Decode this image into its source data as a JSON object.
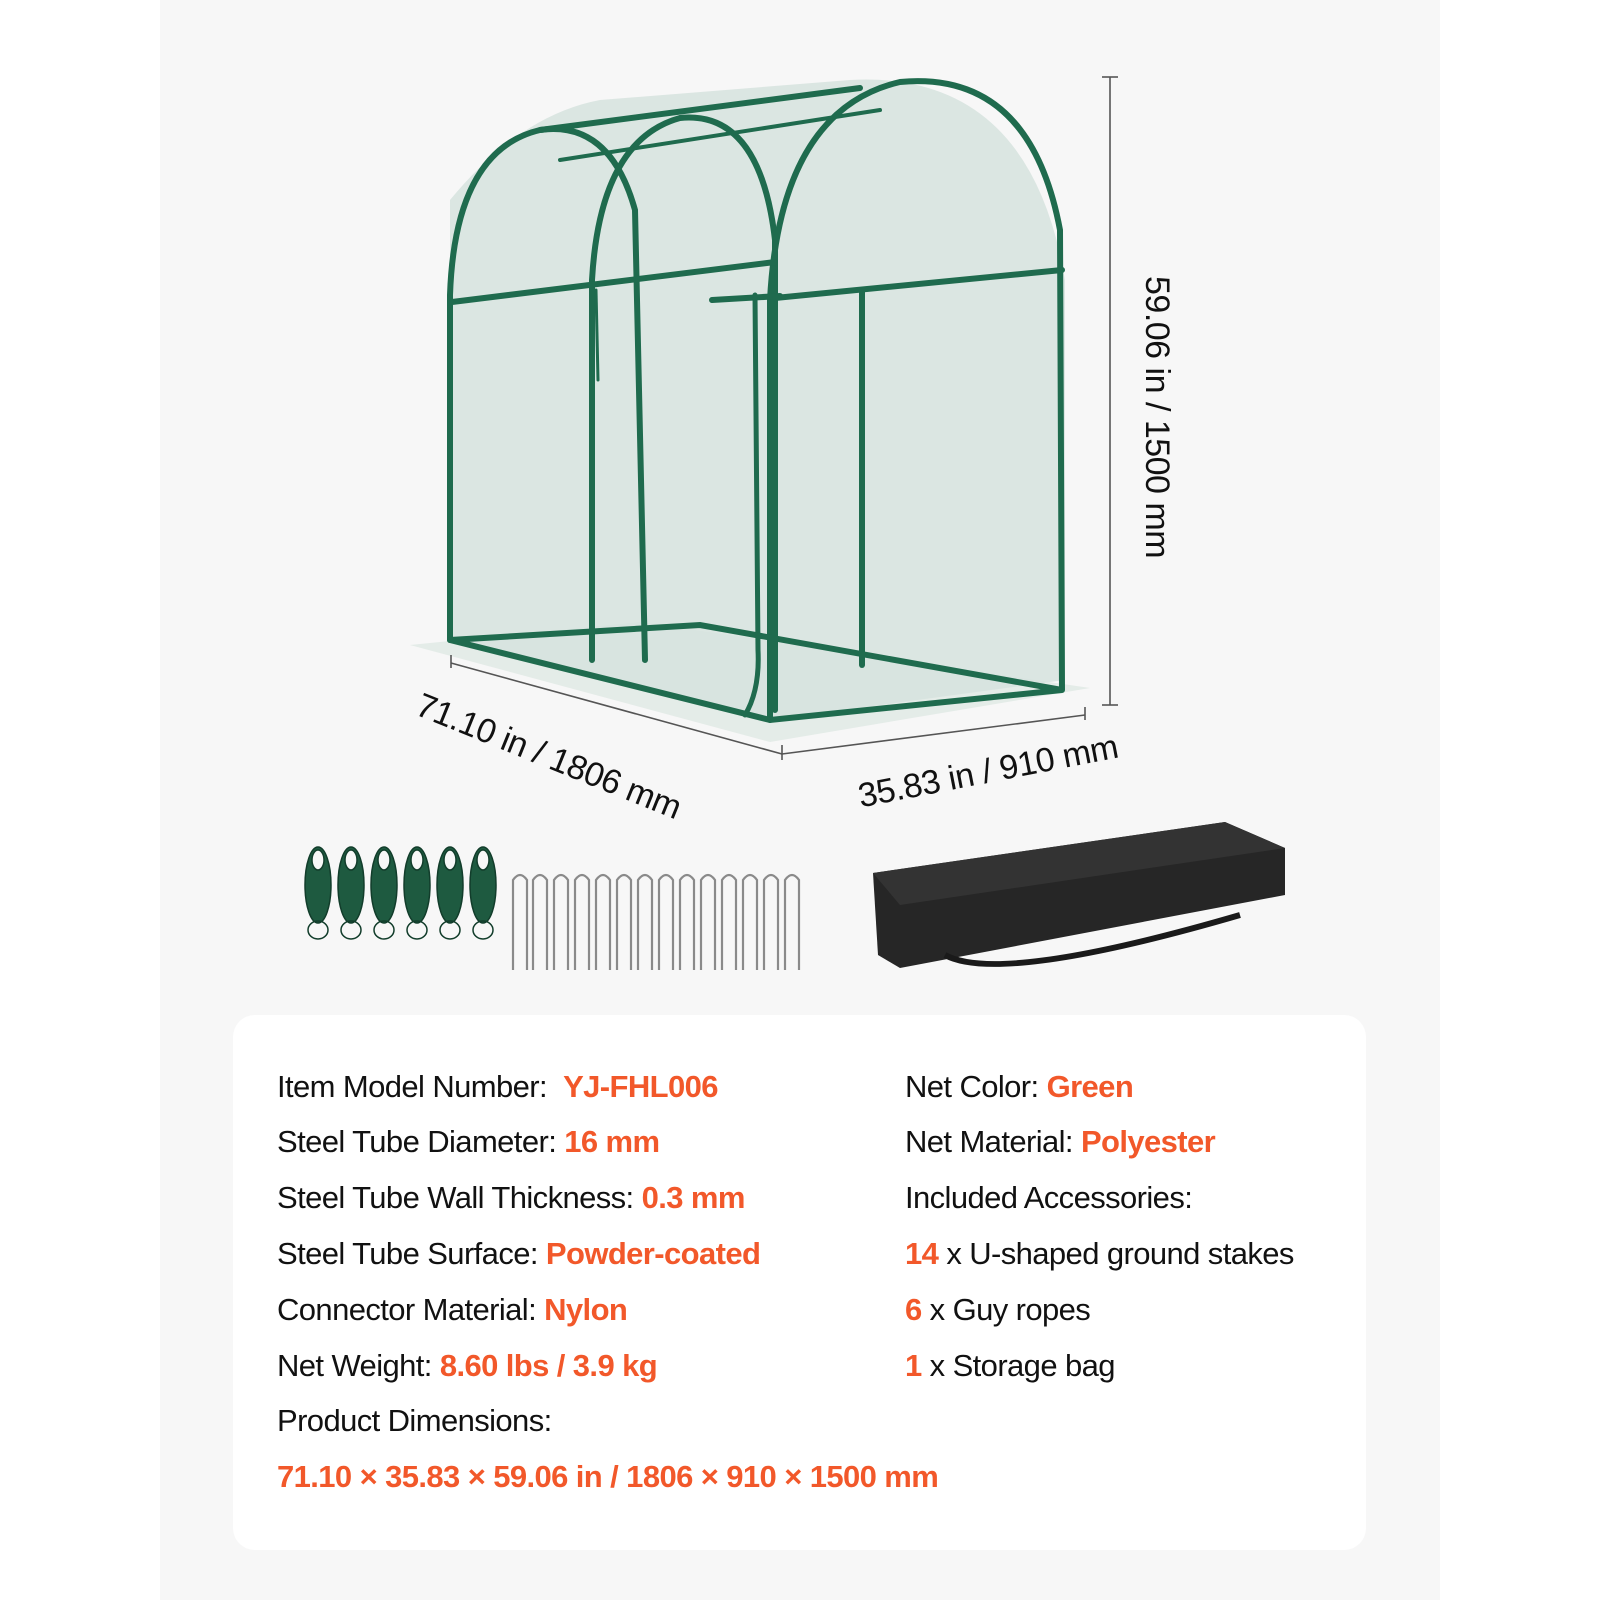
{
  "dimensions": {
    "height": "59.06 in / 1500 mm",
    "length": "71.10 in / 1806 mm",
    "width": "35.83 in / 910 mm"
  },
  "accessories_illustration": {
    "guy_ropes_count": 6,
    "stakes_count": 14,
    "storage_bag_count": 1
  },
  "specs": {
    "left": [
      {
        "label": "Item Model Number:",
        "value": "YJ-FHL006"
      },
      {
        "label": "Steel Tube Diameter:",
        "value": "16 mm"
      },
      {
        "label": "Steel Tube Wall Thickness:",
        "value": "0.3 mm"
      },
      {
        "label": "Steel Tube Surface:",
        "value": "Powder-coated"
      },
      {
        "label": "Connector Material:",
        "value": "Nylon"
      },
      {
        "label": "Net Weight:",
        "value": "8.60 lbs / 3.9 kg"
      },
      {
        "label": "Product Dimensions:",
        "value": ""
      }
    ],
    "product_dimensions_value": "71.10 × 35.83 × 59.06 in / 1806 × 910 × 1500 mm",
    "right": [
      {
        "label": "Net Color:",
        "value": "Green"
      },
      {
        "label": "Net Material:",
        "value": "Polyester"
      },
      {
        "label": "Included Accessories:",
        "value": ""
      }
    ],
    "accessories": [
      {
        "qty": "14",
        "text": "x U-shaped ground stakes"
      },
      {
        "qty": "6",
        "text": "x Guy ropes"
      },
      {
        "qty": "1",
        "text": "x Storage bag"
      }
    ]
  },
  "colors": {
    "accent": "#f2582a",
    "frame_green": "#1f6b4e",
    "net": "#d3e2dd",
    "panel_bg": "#f7f7f7"
  }
}
